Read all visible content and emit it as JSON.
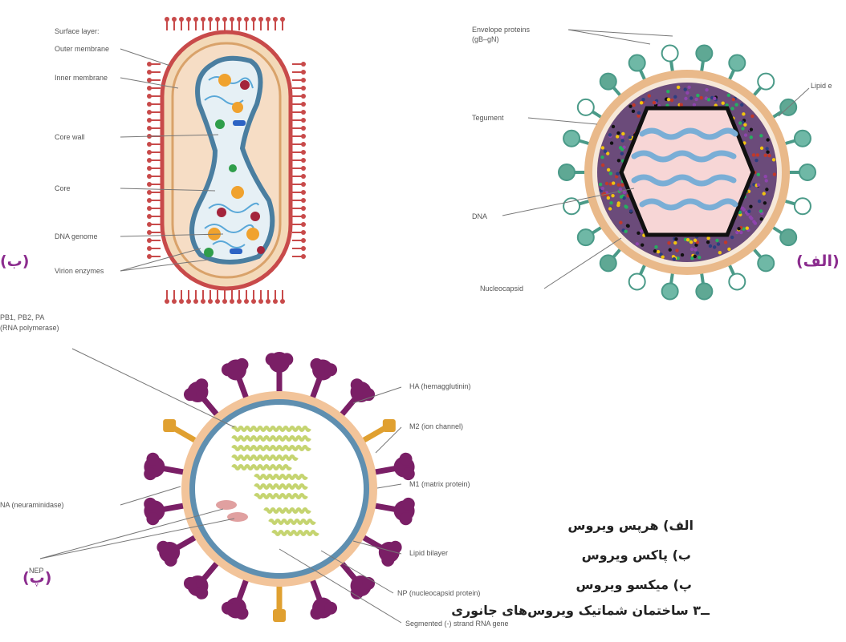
{
  "panel_a": {
    "tag": "(الف)",
    "labels": [
      "Envelope proteins",
      "(gB–gN)",
      "Lipid e",
      "Tegument",
      "DNA",
      "Nucleocapsid"
    ]
  },
  "panel_b": {
    "tag": "(ب)",
    "labels": [
      "Surface layer:",
      "Outer membrane",
      "Inner membrane",
      "Core wall",
      "Core",
      "DNA genome",
      "Virion enzymes"
    ]
  },
  "panel_p": {
    "tag": "(پ)",
    "labels": [
      "PB1, PB2, PA",
      "(RNA polymerase)",
      "HA (hemagglutinin)",
      "M2 (ion channel)",
      "M1 (matrix protein)",
      "NA (neuraminidase)",
      "Lipid bilayer",
      "NEP",
      "NP (nucleocapsid protein)",
      "Segmented (-) strand RNA gene"
    ]
  },
  "caption": {
    "line1": "الف) هرپس ویروس",
    "line2": "ب) پاکس ویروس",
    "line3": "پ) میکسو ویروس",
    "line4": "ــ۳  ساختمان شماتیک ویروس‌های جانوری"
  }
}
